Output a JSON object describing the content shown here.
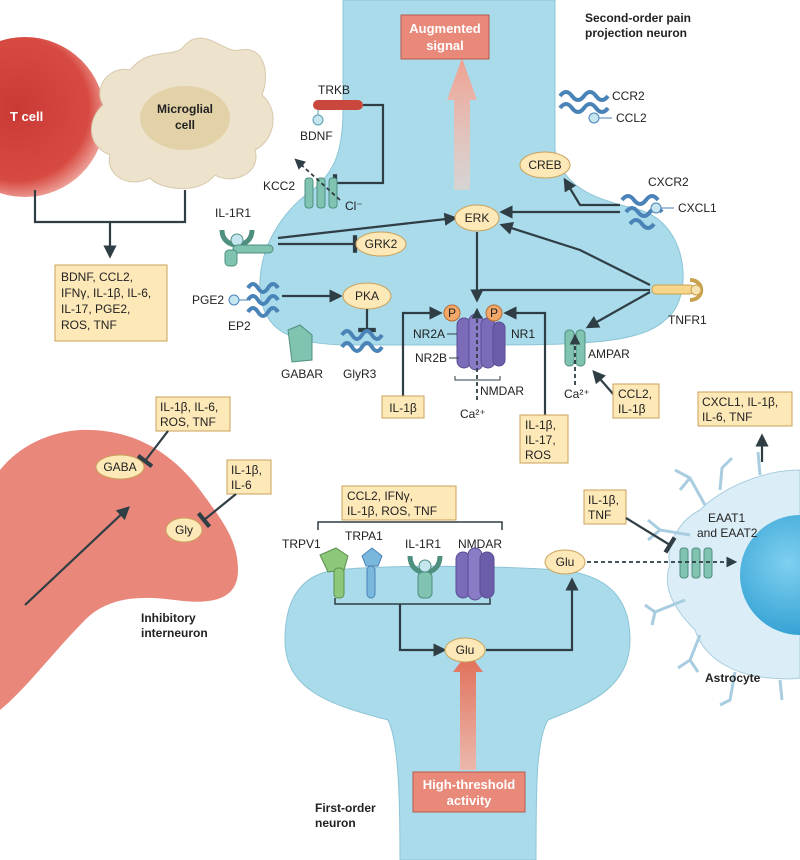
{
  "labels": {
    "augmented_signal_1": "Augmented",
    "augmented_signal_2": "signal",
    "second_order_1": "Second-order pain",
    "second_order_2": "projection neuron",
    "t_cell": "T cell",
    "microglial_1": "Microglial",
    "microglial_2": "cell",
    "trkb": "TRKB",
    "bdnf": "BDNF",
    "kcc2": "KCC2",
    "cl": "Cl⁻",
    "il1r1_top": "IL-1R1",
    "grk2": "GRK2",
    "erk": "ERK",
    "creb": "CREB",
    "ccr2": "CCR2",
    "ccl2_top": "CCL2",
    "cxcr2": "CXCR2",
    "cxcl1": "CXCL1",
    "pge2": "PGE2",
    "ep2": "EP2",
    "pka": "PKA",
    "p1": "P",
    "p2": "P",
    "nr2a": "NR2A",
    "nr1": "NR1",
    "nr2b": "NR2B",
    "nmdar_top": "NMDAR",
    "ca_mid": "Ca²⁺",
    "ca_right": "Ca²⁺",
    "tnfr1": "TNFR1",
    "ampar": "AMPAR",
    "gabar": "GABAR",
    "glyr3": "GlyR3",
    "gaba": "GABA",
    "gly": "Gly",
    "inhibitory_1": "Inhibitory",
    "inhibitory_2": "interneuron",
    "trpv1": "TRPV1",
    "trpa1": "TRPA1",
    "il1r1_bottom": "IL-1R1",
    "nmdar_bottom": "NMDAR",
    "glu_bottom": "Glu",
    "glu_right": "Glu",
    "eaat_1": "EAAT1",
    "eaat_2": "and EAAT2",
    "astrocyte": "Astrocyte",
    "high_threshold_1": "High-threshold",
    "high_threshold_2": "activity",
    "first_order_1": "First-order",
    "first_order_2": "neuron"
  },
  "boxes": {
    "microglia_release": [
      "BDNF, CCL2,",
      "IFNγ, IL-1β, IL-6,",
      "IL-17, PGE2,",
      "ROS, TNF"
    ],
    "il1b_left": [
      "IL-1β"
    ],
    "il1b_il17_ros": [
      "IL-1β,",
      "IL-17,",
      "ROS"
    ],
    "ccl2_il1b": [
      "CCL2,",
      "IL-1β"
    ],
    "gaba_inhib": [
      "IL-1β, IL-6,",
      "ROS, TNF"
    ],
    "gly_inhib": [
      "IL-1β,",
      "IL-6"
    ],
    "presynaptic": [
      "CCL2, IFNγ,",
      "IL-1β, ROS, TNF"
    ],
    "astro_inhib": [
      "IL-1β,",
      "TNF"
    ],
    "astro_release": [
      "CXCL1, IL-1β,",
      "IL-6, TNF"
    ]
  },
  "colors": {
    "neuron_blue": "#a9dbea",
    "interneuron_red": "#e8877a",
    "box_fill": "#fde8b8",
    "microglia": "#ede2cc",
    "tcell": "#d9443f",
    "receptor_green": "#7fc3b0",
    "receptor_purple": "#7b6bb8",
    "trkb_red": "#c9473d"
  }
}
